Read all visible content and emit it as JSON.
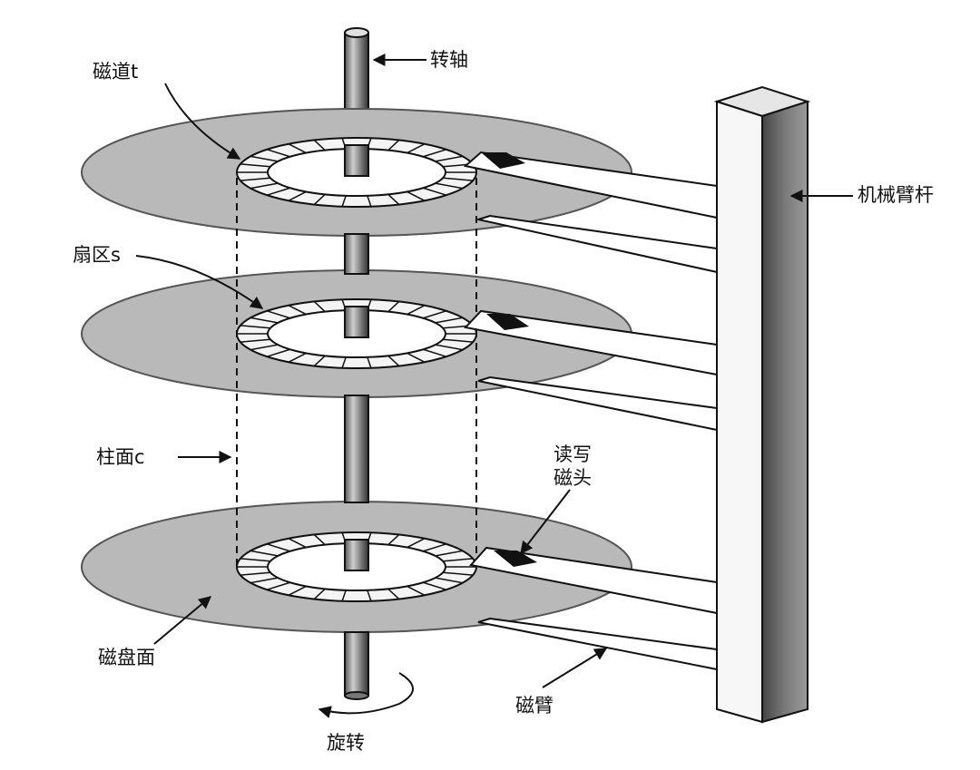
{
  "labels": {
    "spindle": "转轴",
    "track": "磁道t",
    "actuator_arm": "机械臂杆",
    "sector": "扇区s",
    "cylinder": "柱面c",
    "read_write_head_line1": "读写",
    "read_write_head_line2": "磁头",
    "platter_surface": "磁盘面",
    "arm": "磁臂",
    "rotation": "旋转"
  },
  "colors": {
    "platter": "#b9b9b9",
    "platter_edge": "#555555",
    "stroke": "#111111",
    "head": "#111111",
    "background": "#ffffff"
  },
  "icons": {
    "arrow": "arrow-icon",
    "rotation": "rotation-arrow-icon"
  }
}
